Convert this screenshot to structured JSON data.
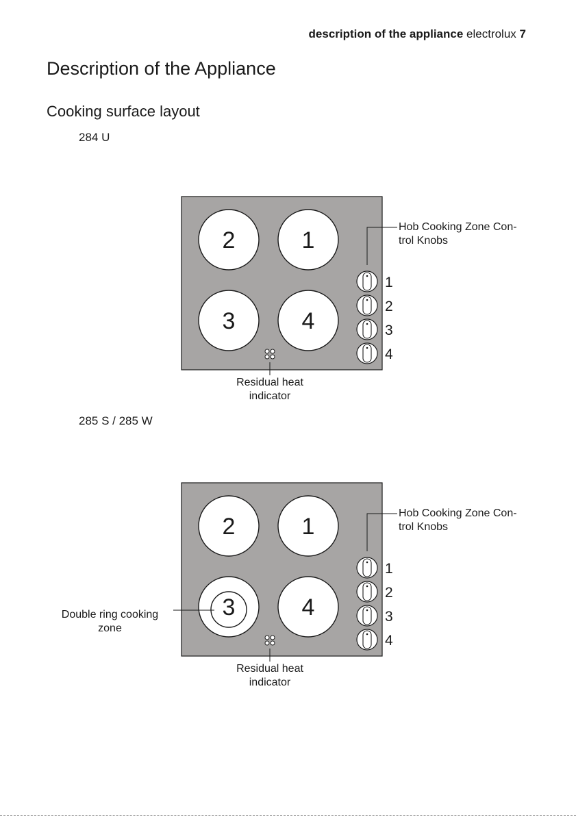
{
  "header": {
    "section": "description of the appliance",
    "brand": "electrolux",
    "page_number": "7"
  },
  "page_title": "Description of the Appliance",
  "section_title": "Cooking surface layout",
  "colors": {
    "hob_surface": "#a7a5a4",
    "zone_fill": "#ffffff",
    "outline": "#1a1a1a"
  },
  "diagrams": [
    {
      "model": "284 U",
      "zones": [
        "2",
        "1",
        "3",
        "4"
      ],
      "knob_numbers": [
        "1",
        "2",
        "3",
        "4"
      ],
      "knobs_label": "Hob Cooking Zone Con-\ntrol Knobs",
      "indicator_label": "Residual heat\nindicator",
      "double_ring_label": ""
    },
    {
      "model": "285 S / 285 W",
      "zones": [
        "2",
        "1",
        "3",
        "4"
      ],
      "knob_numbers": [
        "1",
        "2",
        "3",
        "4"
      ],
      "knobs_label": "Hob Cooking Zone Con-\ntrol Knobs",
      "indicator_label": "Residual heat\nindicator",
      "double_ring_label": "Double ring cooking\nzone"
    }
  ]
}
